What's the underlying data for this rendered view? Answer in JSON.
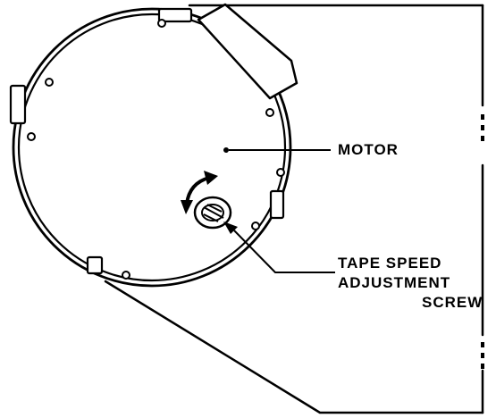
{
  "labels": {
    "motor": "MOTOR",
    "tape_speed_line1": "TAPE SPEED",
    "tape_speed_line2": "ADJUSTMENT",
    "tape_speed_line3": "SCREW"
  },
  "colors": {
    "ink": "#000000",
    "paper": "#ffffff"
  },
  "icons": {
    "rotation_arrow": "curved-double-arrow",
    "screw": "slotted-screw-head"
  }
}
